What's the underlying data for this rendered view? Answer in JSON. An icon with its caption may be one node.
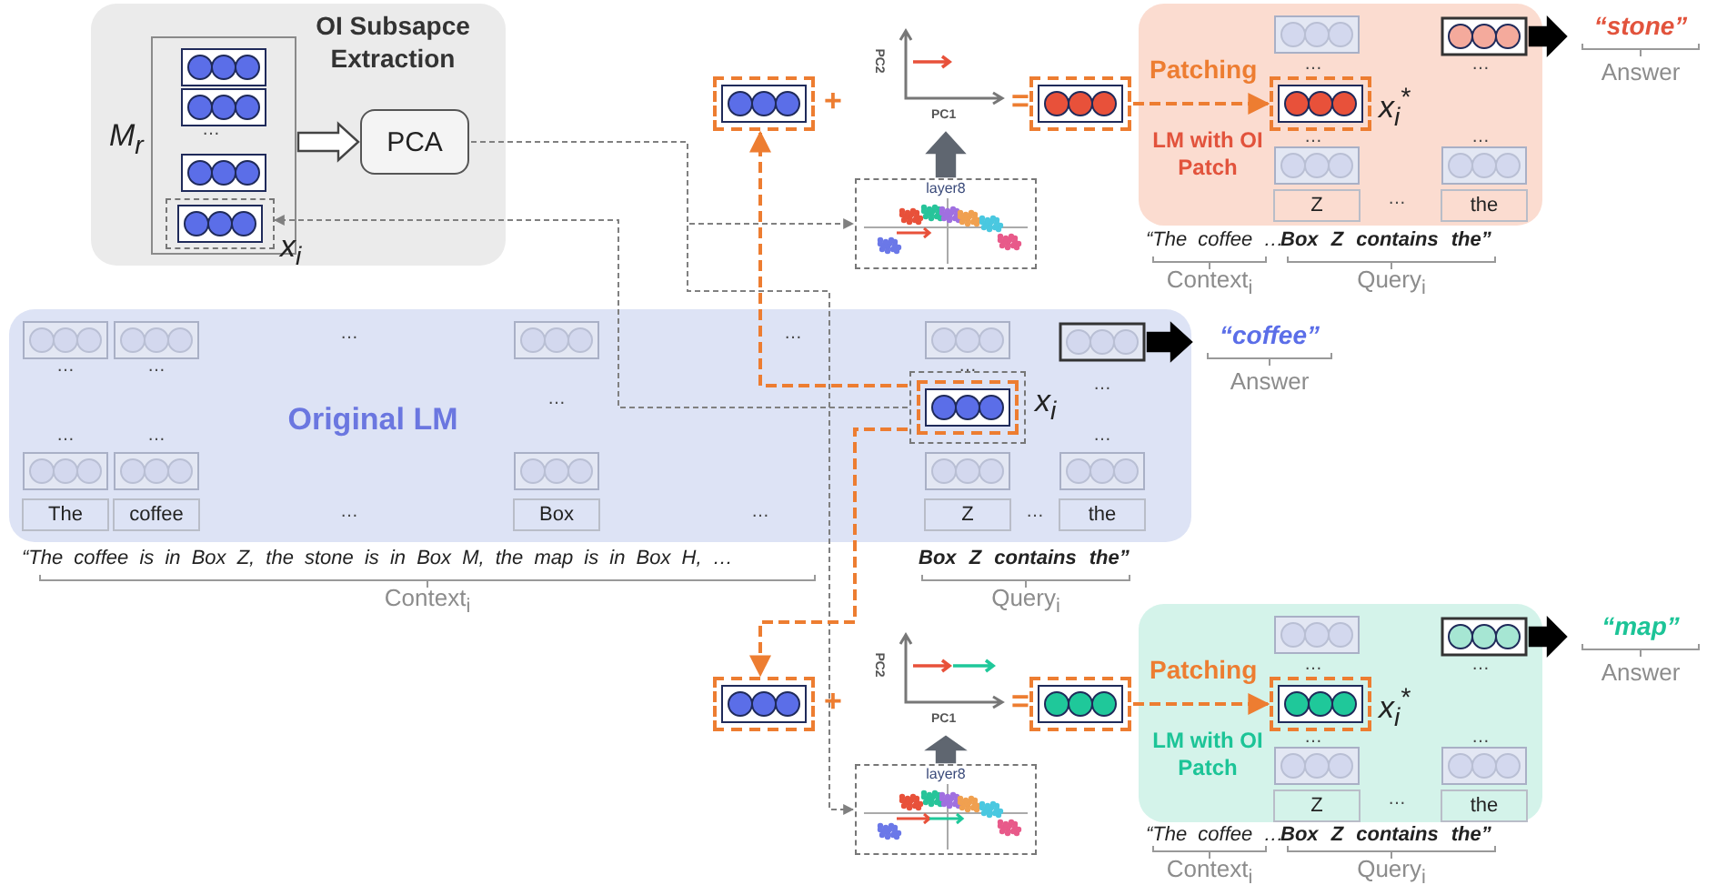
{
  "diagram": {
    "nodes": [
      {
        "text": [
          "OI Subsapce Extraction"
        ]
      },
      {
        "text": [],
        "shape": "box",
        "in": 0,
        "beside": [
          "M$_{r}$"
        ]
      },
      {
        "text": [],
        "shape": "box",
        "in": 1,
        "beside": [
          "x$_{i}$"
        ]
      },
      {
        "text": [
          "PCA"
        ],
        "in": 0
      },
      {
        "text": [],
        "shape": "box"
      },
      {
        "text": [
          "PC2",
          "PC1"
        ]
      },
      {
        "text": [],
        "shape": "box"
      },
      {
        "text": [
          "LM with OI Patch"
        ]
      },
      {
        "text": [],
        "shape": "box",
        "in": 7
      },
      {
        "text": [],
        "shape": "box",
        "in": 7,
        "beside": [
          "x$_{i}$$^{*}$"
        ]
      },
      {
        "text": [
          "Z"
        ],
        "in": 7
      },
      {
        "text": [
          "the"
        ],
        "in": 7
      },
      {
        "text": [
          "“stone”"
        ],
        "beside": [
          "Answer"
        ]
      },
      {
        "text": [
          "layer8"
        ]
      },
      {
        "text": [
          "Original LM"
        ]
      },
      {
        "text": [],
        "shape": "box",
        "in": 14
      },
      {
        "text": [],
        "shape": "box",
        "in": 14,
        "beside": [
          "x$_{i}$"
        ]
      },
      {
        "text": [
          "The"
        ],
        "in": 14
      },
      {
        "text": [
          "coffee"
        ],
        "in": 14
      },
      {
        "text": [
          "Box"
        ],
        "in": 14
      },
      {
        "text": [
          "Z"
        ],
        "in": 14
      },
      {
        "text": [
          "the"
        ],
        "in": 14
      },
      {
        "text": [
          "“coffee”"
        ],
        "beside": [
          "Answer"
        ]
      },
      {
        "text": [],
        "shape": "box"
      },
      {
        "text": [
          "PC2",
          "PC1"
        ]
      },
      {
        "text": [],
        "shape": "box"
      },
      {
        "text": [
          "LM with OI Patch"
        ]
      },
      {
        "text": [],
        "shape": "box",
        "in": 26
      },
      {
        "text": [],
        "shape": "box",
        "in": 26,
        "beside": [
          "x$_{i}$$^{*}$"
        ]
      },
      {
        "text": [
          "Z"
        ],
        "in": 26
      },
      {
        "text": [
          "the"
        ],
        "in": 26
      },
      {
        "text": [
          "“map”"
        ],
        "beside": [
          "Answer"
        ]
      },
      {
        "text": [
          "layer8"
        ]
      }
    ],
    "edges": [
      {
        "from": 1,
        "to": 3,
        "arrow": "to",
        "style": "thick",
        "color": "#ffffff"
      },
      {
        "from": 3,
        "to": 13,
        "arrow": "to",
        "style": "dashed",
        "color": "#808080"
      },
      {
        "from": 3,
        "to": 32,
        "arrow": "to",
        "style": "dashed",
        "color": "#808080"
      },
      {
        "from": 16,
        "to": 2,
        "arrow": "to",
        "style": "dashed",
        "color": "#808080"
      },
      {
        "from": 16,
        "to": 4,
        "arrow": "to",
        "style": "dashed",
        "color": "#ed7d31"
      },
      {
        "from": 13,
        "to": 5,
        "arrow": "to",
        "style": "thick",
        "color": "#5f6670"
      },
      {
        "from": 6,
        "to": 9,
        "arrow": "to",
        "style": "dashed",
        "color": "#ed7d31",
        "label": "Patching"
      },
      {
        "from": 8,
        "to": 12,
        "arrow": "to",
        "style": "thick",
        "color": "#000000"
      },
      {
        "from": 15,
        "to": 22,
        "arrow": "to",
        "style": "thick",
        "color": "#000000"
      },
      {
        "from": 16,
        "to": 23,
        "arrow": "to",
        "style": "dashed",
        "color": "#ed7d31"
      },
      {
        "from": 32,
        "to": 24,
        "arrow": "to",
        "style": "thick",
        "color": "#5f6670"
      },
      {
        "from": 25,
        "to": 28,
        "arrow": "to",
        "style": "dashed",
        "color": "#ed7d31",
        "label": "Patching"
      },
      {
        "from": 27,
        "to": 31,
        "arrow": "to",
        "style": "thick",
        "color": "#000000"
      }
    ],
    "labels": [
      "…",
      "+",
      "=",
      "…",
      "…",
      "…",
      "…",
      "…",
      "“The coffee …",
      "Box Z contains the”",
      "Context$_{i}$",
      "Query$_{i}$",
      "…",
      "…",
      "…",
      "…",
      "…",
      "…",
      "…",
      "…",
      "…",
      "…",
      "…",
      "…",
      "…",
      "“The coffee is in Box Z, the stone is in Box M, the map is in Box H, …",
      "Box Z contains the”",
      "Context$_{i}$",
      "Query$_{i}$",
      "+",
      "=",
      "…",
      "…",
      "…",
      "…",
      "…",
      "“The coffee …",
      "Box Z contains the”",
      "Context$_{i}$",
      "Query$_{i}$"
    ]
  }
}
